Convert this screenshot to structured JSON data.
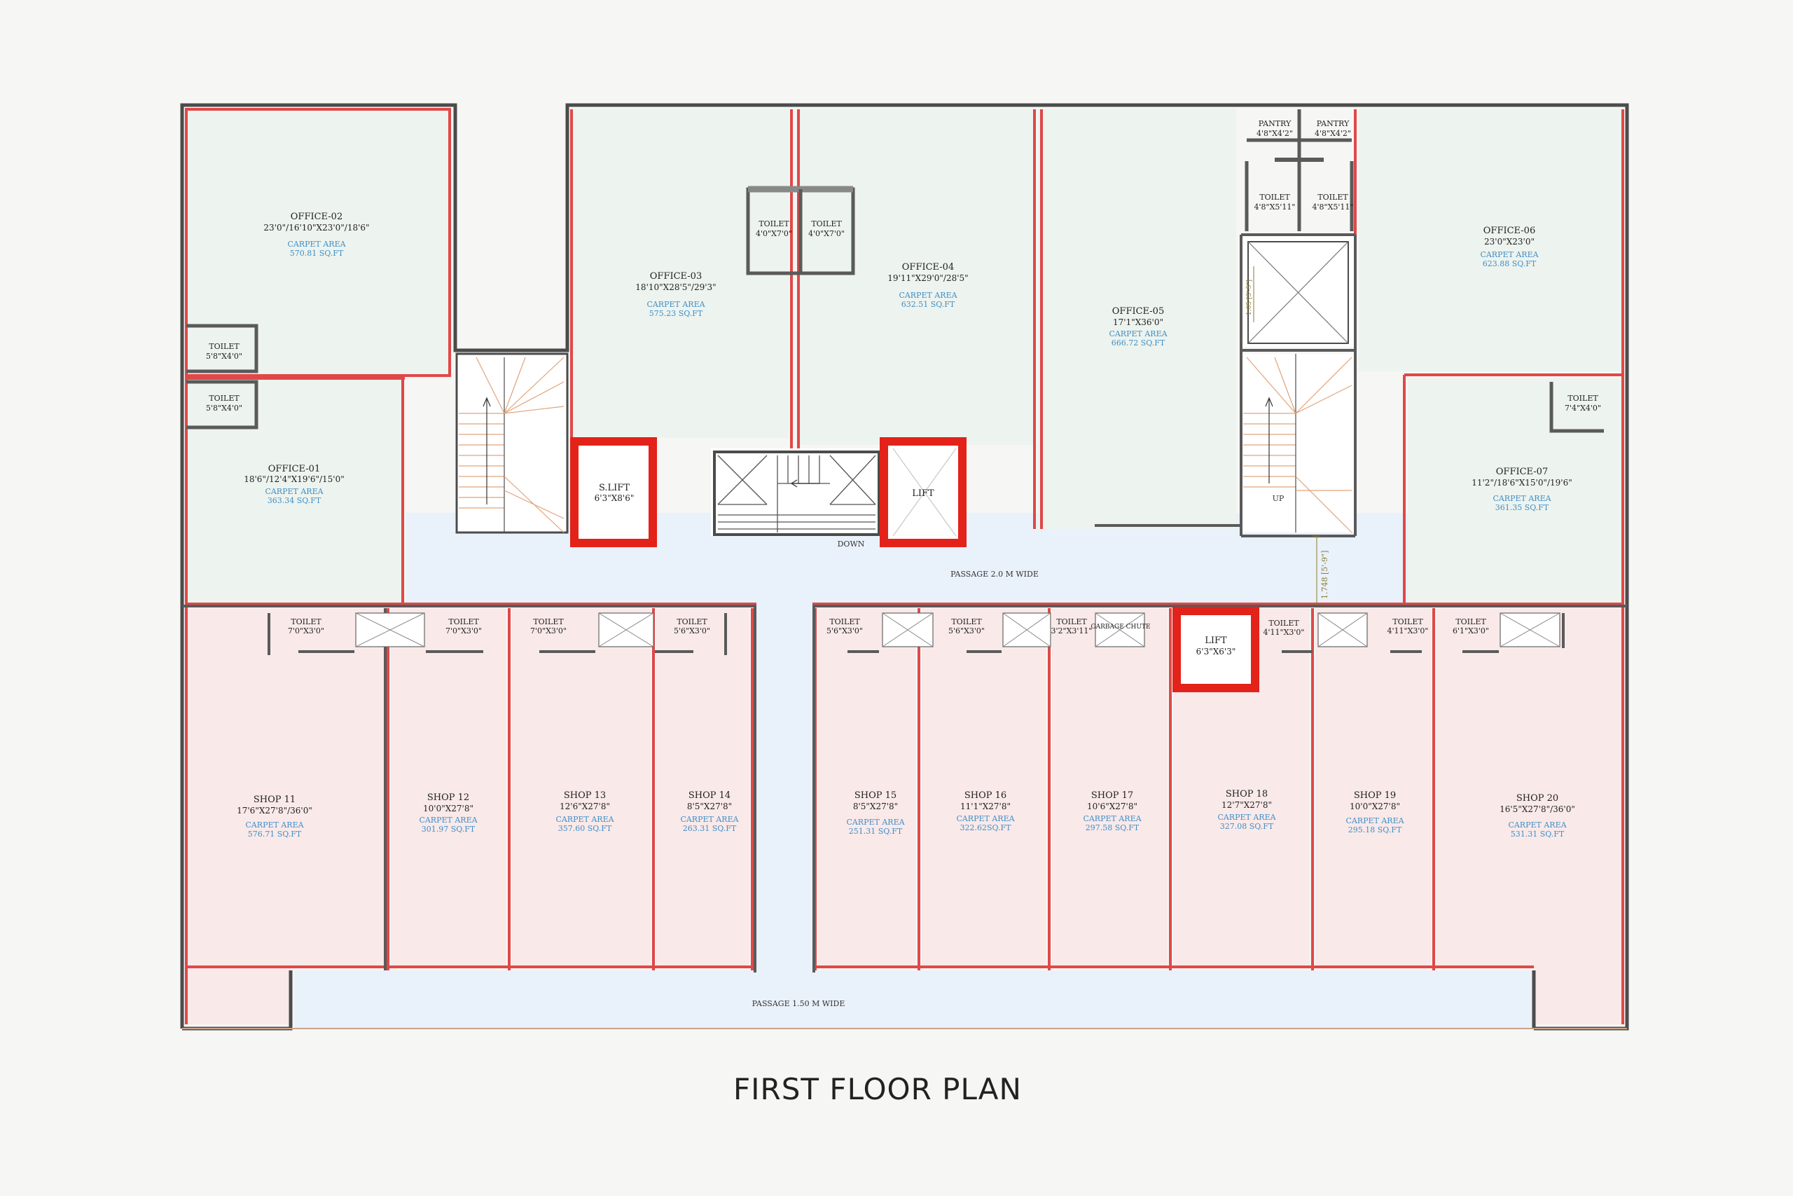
{
  "title": "FIRST FLOOR PLAN",
  "colors": {
    "office_fill": "#edf3ee",
    "shop_fill": "#f9e9e9",
    "passage_fill": "#e9f1fa",
    "wall_outer": "#4b4b4b",
    "wall_inner": "#e04848",
    "lift_red": "#e32219",
    "area_blue": "#3f8fc7"
  },
  "offices": [
    {
      "id": "office-01",
      "name": "OFFICE-01",
      "dims": "18'6\"/12'4\"X19'6\"/15'0\"",
      "area_label": "CARPET AREA",
      "area": "363.34 SQ.FT"
    },
    {
      "id": "office-02",
      "name": "OFFICE-02",
      "dims": "23'0\"/16'10\"X23'0\"/18'6\"",
      "area_label": "CARPET AREA",
      "area": "570.81 SQ.FT"
    },
    {
      "id": "office-03",
      "name": "OFFICE-03",
      "dims": "18'10\"X28'5\"/29'3\"",
      "area_label": "CARPET AREA",
      "area": "575.23 SQ.FT"
    },
    {
      "id": "office-04",
      "name": "OFFICE-04",
      "dims": "19'11\"X29'0\"/28'5\"",
      "area_label": "CARPET AREA",
      "area": "632.51 SQ.FT"
    },
    {
      "id": "office-05",
      "name": "OFFICE-05",
      "dims": "17'1\"X36'0\"",
      "area_label": "CARPET AREA",
      "area": "666.72 SQ.FT"
    },
    {
      "id": "office-06",
      "name": "OFFICE-06",
      "dims": "23'0\"X23'0\"",
      "area_label": "CARPET AREA",
      "area": "623.88 SQ.FT"
    },
    {
      "id": "office-07",
      "name": "OFFICE-07",
      "dims": "11'2\"/18'6\"X15'0\"/19'6\"",
      "area_label": "CARPET AREA",
      "area": "361.35 SQ.FT"
    }
  ],
  "shops": [
    {
      "id": "shop-11",
      "name": "SHOP 11",
      "dims": "17'6\"X27'8\"/36'0\"",
      "area_label": "CARPET AREA",
      "area": "576.71 SQ.FT"
    },
    {
      "id": "shop-12",
      "name": "SHOP 12",
      "dims": "10'0\"X27'8\"",
      "area_label": "CARPET AREA",
      "area": "301.97 SQ.FT"
    },
    {
      "id": "shop-13",
      "name": "SHOP 13",
      "dims": "12'6\"X27'8\"",
      "area_label": "CARPET AREA",
      "area": "357.60 SQ.FT"
    },
    {
      "id": "shop-14",
      "name": "SHOP 14",
      "dims": "8'5\"X27'8\"",
      "area_label": "CARPET AREA",
      "area": "263.31 SQ.FT"
    },
    {
      "id": "shop-15",
      "name": "SHOP 15",
      "dims": "8'5\"X27'8\"",
      "area_label": "CARPET AREA",
      "area": "251.31 SQ.FT"
    },
    {
      "id": "shop-16",
      "name": "SHOP 16",
      "dims": "11'1\"X27'8\"",
      "area_label": "CARPET AREA",
      "area": "322.62SQ.FT"
    },
    {
      "id": "shop-17",
      "name": "SHOP 17",
      "dims": "10'6\"X27'8\"",
      "area_label": "CARPET AREA",
      "area": "297.58 SQ.FT"
    },
    {
      "id": "shop-18",
      "name": "SHOP 18",
      "dims": "12'7\"X27'8\"",
      "area_label": "CARPET AREA",
      "area": "327.08 SQ.FT"
    },
    {
      "id": "shop-19",
      "name": "SHOP 19",
      "dims": "10'0\"X27'8\"",
      "area_label": "CARPET AREA",
      "area": "295.18 SQ.FT"
    },
    {
      "id": "shop-20",
      "name": "SHOP 20",
      "dims": "16'5\"X27'8\"/36'0\"",
      "area_label": "CARPET AREA",
      "area": "531.31 SQ.FT"
    }
  ],
  "toilets": {
    "office02": {
      "name": "TOILET",
      "dims": "5'8\"X4'0\""
    },
    "office01": {
      "name": "TOILET",
      "dims": "5'8\"X4'0\""
    },
    "office03": {
      "name": "TOILET",
      "dims": "4'0\"X7'0\""
    },
    "office04": {
      "name": "TOILET",
      "dims": "4'0\"X7'0\""
    },
    "office05_a": {
      "name": "TOILET",
      "dims": "4'8\"X5'11\""
    },
    "office05_b": {
      "name": "TOILET",
      "dims": "4'8\"X5'11\""
    },
    "office07": {
      "name": "TOILET",
      "dims": "7'4\"X4'0\""
    },
    "shop11": {
      "name": "TOILET",
      "dims": "7'0\"X3'0\""
    },
    "shop12": {
      "name": "TOILET",
      "dims": "7'0\"X3'0\""
    },
    "shop13": {
      "name": "TOILET",
      "dims": "7'0\"X3'0\""
    },
    "shop14": {
      "name": "TOILET",
      "dims": "5'6\"X3'0\""
    },
    "shop15": {
      "name": "TOILET",
      "dims": "5'6\"X3'0\""
    },
    "shop16": {
      "name": "TOILET",
      "dims": "5'6\"X3'0\""
    },
    "shop17": {
      "name": "TOILET",
      "dims": "3'2\"X3'11\""
    },
    "shop18": {
      "name": "TOILET",
      "dims": "4'11\"X3'0\""
    },
    "shop19": {
      "name": "TOILET",
      "dims": "4'11\"X3'0\""
    },
    "shop20": {
      "name": "TOILET",
      "dims": "6'1\"X3'0\""
    }
  },
  "pantries": [
    {
      "name": "PANTRY",
      "dims": "4'8\"X4'2\""
    },
    {
      "name": "PANTRY",
      "dims": "4'8\"X4'2\""
    }
  ],
  "lifts": {
    "service": {
      "name": "S.LIFT",
      "dims": "6'3\"X8'6\""
    },
    "main": {
      "name": "LIFT"
    },
    "shop": {
      "name": "LIFT",
      "dims": "6'3\"X6'3\""
    }
  },
  "garbage_chute": "GARBAGE CHUTE",
  "labels": {
    "down": "DOWN",
    "up": "UP",
    "passage_top": "PASSAGE 2.0 M WIDE",
    "passage_bottom": "PASSAGE 1.50 M WIDE",
    "duct_dim": "1.748 [5'-9\"]",
    "shaft_dim": "1.05 [3'-5\"]"
  }
}
